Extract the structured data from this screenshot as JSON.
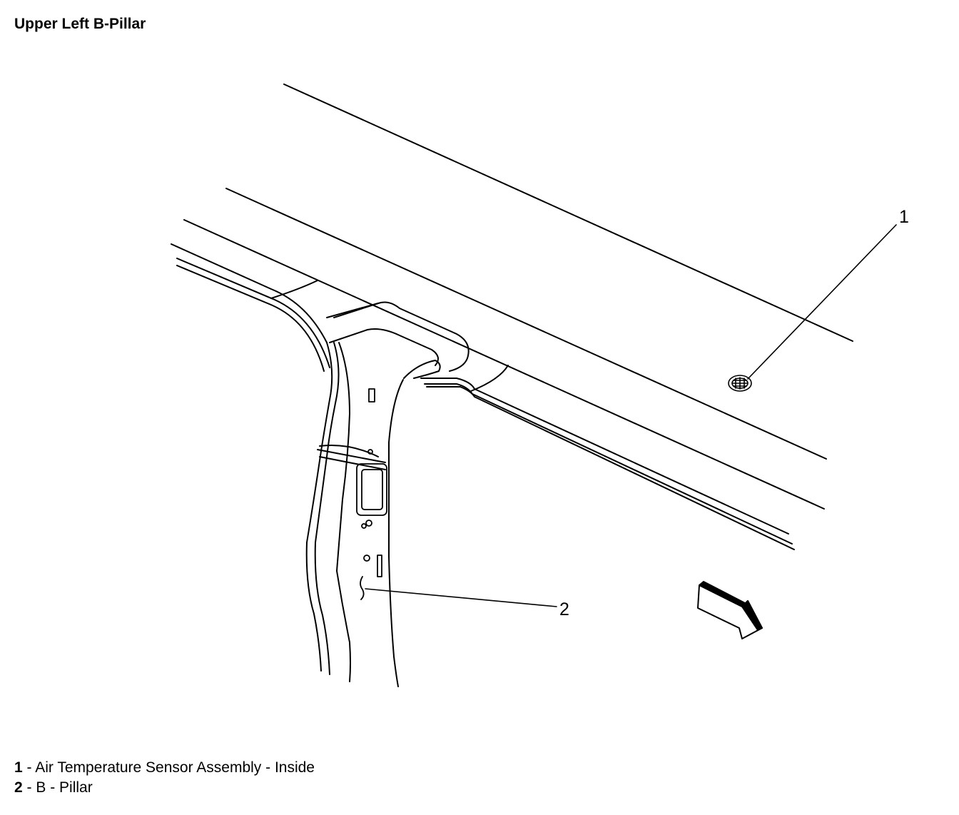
{
  "title": "Upper Left B-Pillar",
  "callouts": [
    {
      "num": "1"
    },
    {
      "num": "2"
    }
  ],
  "legend": [
    {
      "num": "1",
      "sep": " - ",
      "text": "Air Temperature Sensor Assembly - Inside"
    },
    {
      "num": "2",
      "sep": " - ",
      "text": "B - Pillar"
    }
  ],
  "icons": [
    "direction-arrow-icon",
    "sensor-grille-icon"
  ]
}
